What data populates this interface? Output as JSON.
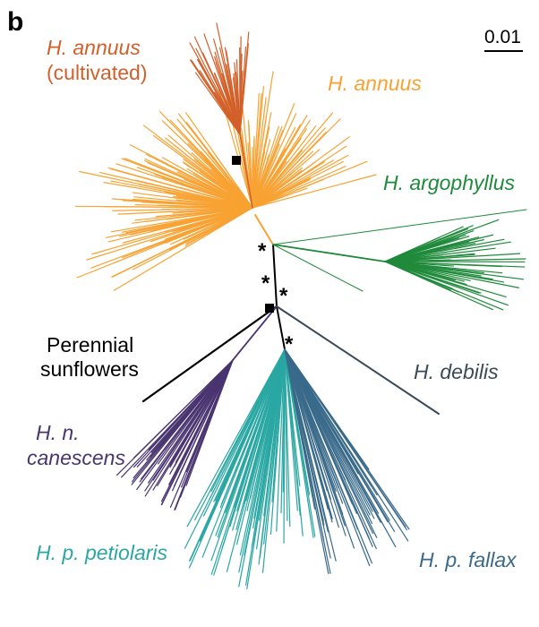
{
  "figure": {
    "panel_letter": "b",
    "scale_label": "0.01",
    "colors": {
      "annuus_cultivated": "#d2602a",
      "annuus": "#f7a232",
      "argophyllus": "#1f8a3b",
      "debilis": "#3a4a56",
      "canescens": "#4a3571",
      "petiolaris": "#2aa7a3",
      "fallax": "#3a6a8a",
      "perennial": "#000000"
    },
    "labels": {
      "annuus_cultivated_1": "H. annuus",
      "annuus_cultivated_2": "(cultivated)",
      "annuus": "H. annuus",
      "argophyllus": "H. argophyllus",
      "perennial_1": "Perennial",
      "perennial_2": "sunflowers",
      "debilis": "H. debilis",
      "canescens_1": "H. n.",
      "canescens_2": "canescens",
      "petiolaris": "H. p. petiolaris",
      "fallax": "H. p. fallax"
    },
    "support_markers": [
      "*",
      "*",
      "*",
      "*"
    ]
  }
}
